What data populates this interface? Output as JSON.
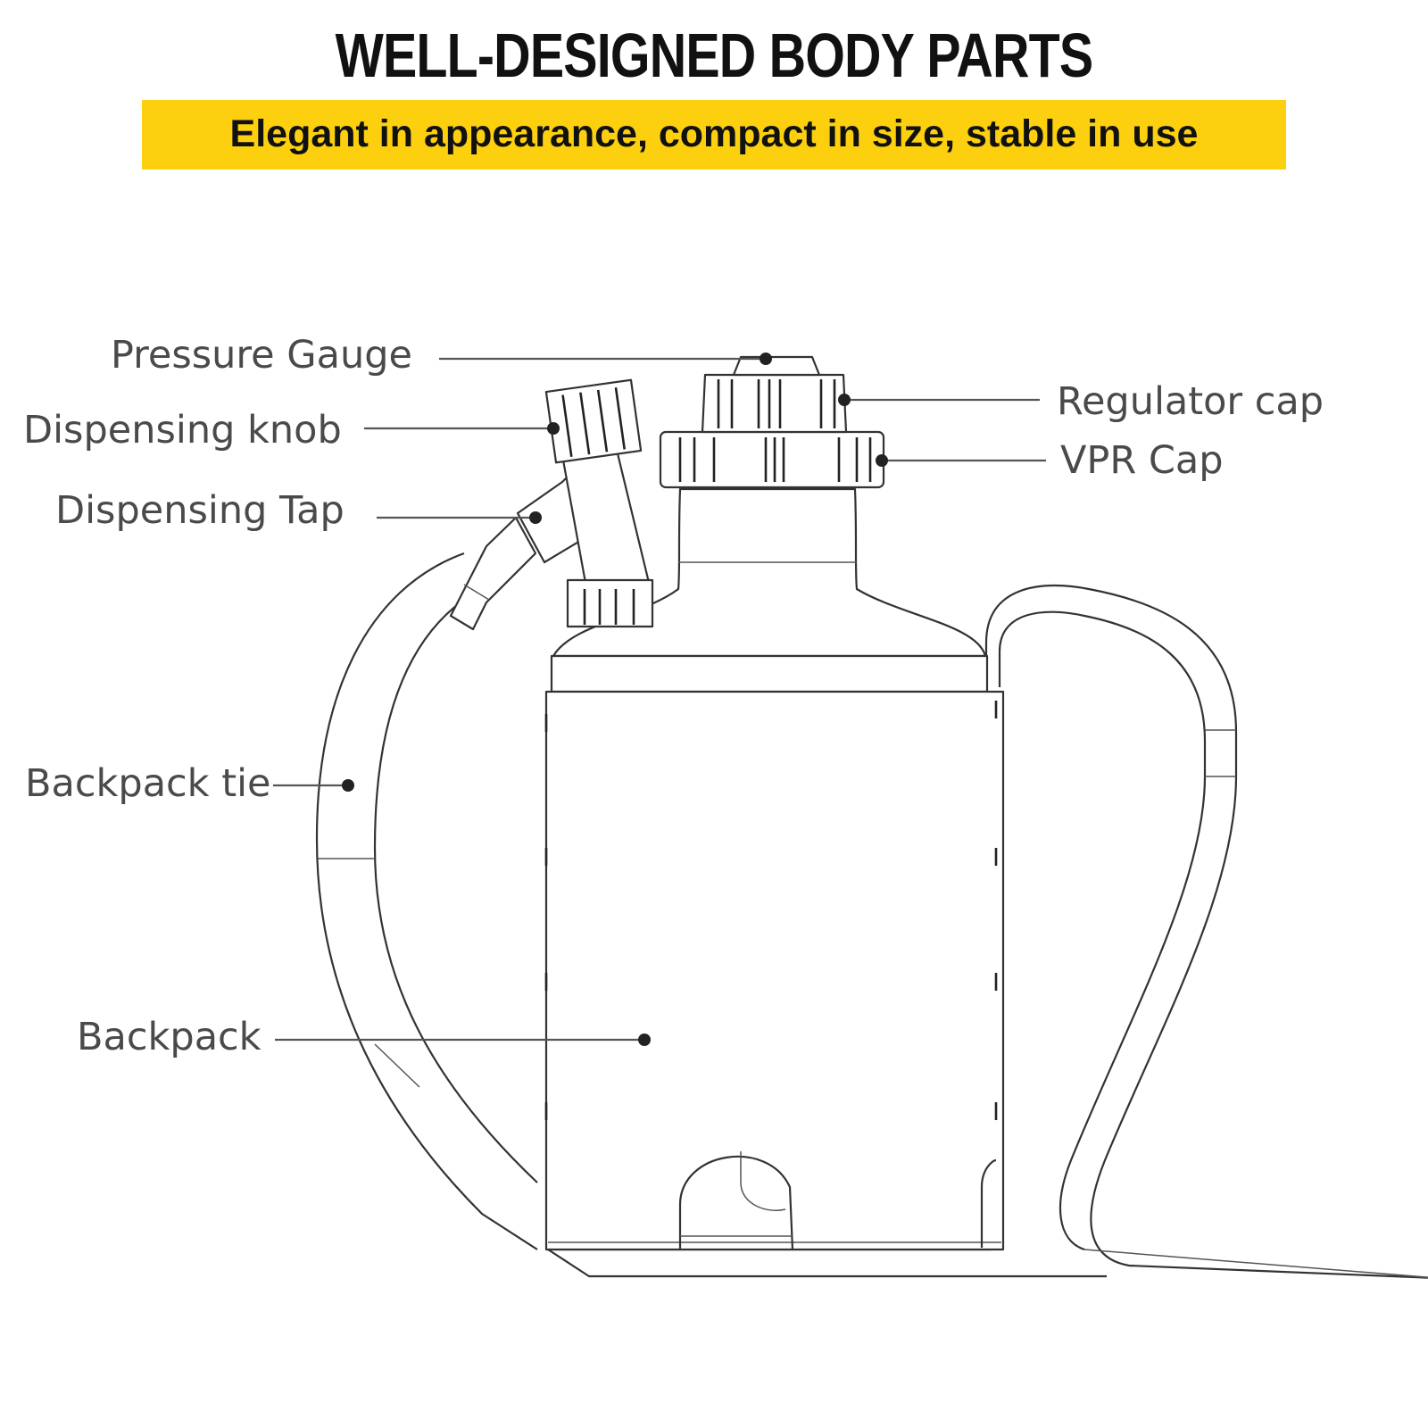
{
  "header": {
    "title": "WELL-DESIGNED BODY PARTS",
    "subtitle": "Elegant in appearance, compact in size, stable in use",
    "banner_color": "#fcd00f"
  },
  "labels": {
    "pressure_gauge": "Pressure Gauge",
    "dispensing_knob": "Dispensing knob",
    "dispensing_tap": "Dispensing Tap",
    "backpack_tie": "Backpack tie",
    "backpack": "Backpack",
    "regulator_cap": "Regulator cap",
    "vpr_cap": "VPR Cap"
  }
}
